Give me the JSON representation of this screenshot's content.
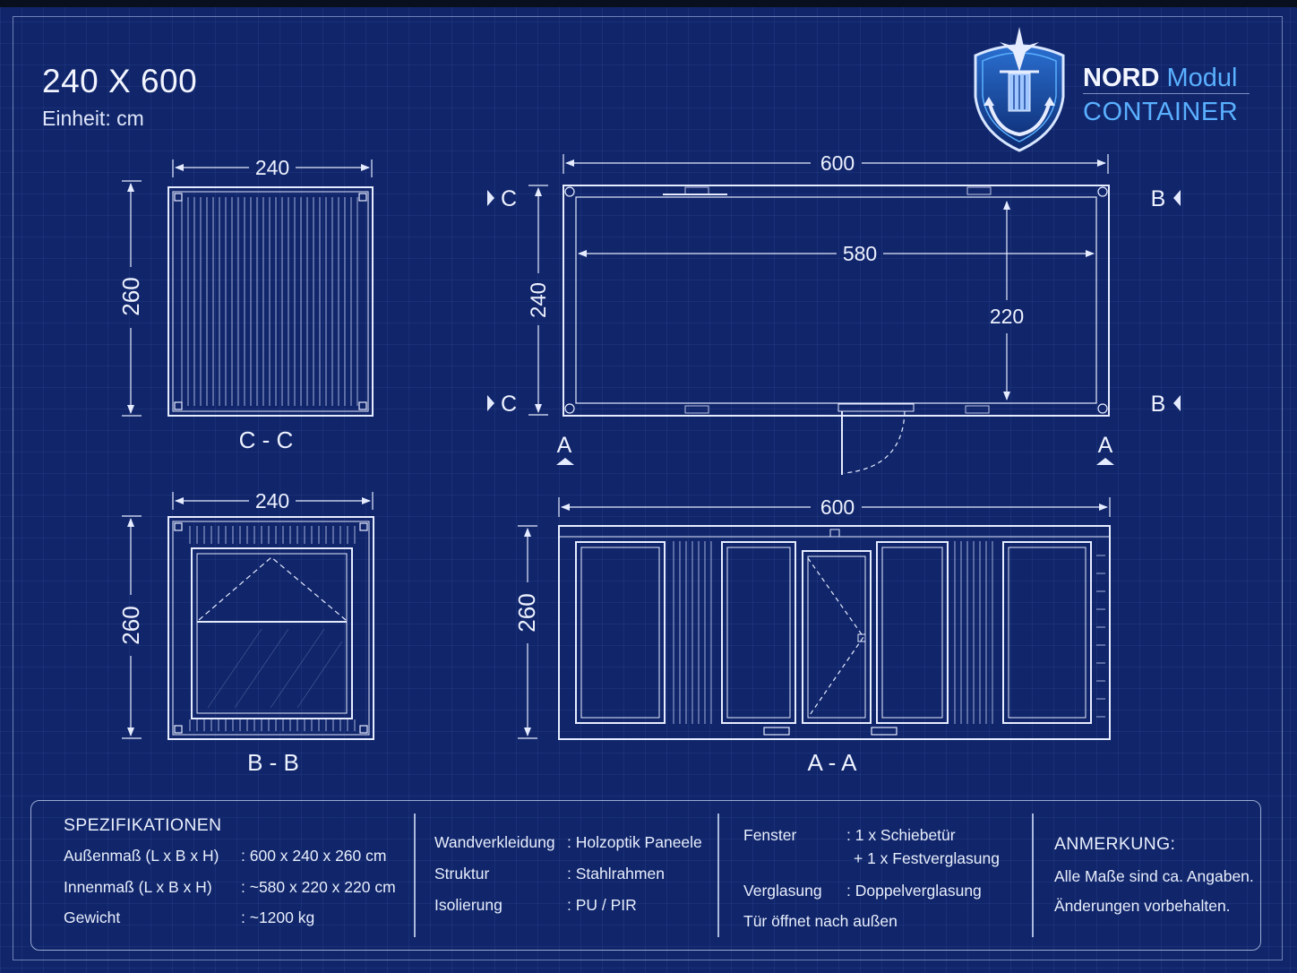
{
  "header": {
    "title": "240 X 600",
    "unit": "Einheit: cm"
  },
  "brand": {
    "word1": "NORD",
    "word2": "Modul",
    "word3": "CONTAINER",
    "logo_icon": "anchor-shield-logo-icon"
  },
  "views": {
    "cc": {
      "label": "C - C",
      "width": "240",
      "height": "260"
    },
    "bb": {
      "label": "B - B",
      "width": "240",
      "height": "260"
    },
    "plan": {
      "length": "600",
      "width": "240",
      "inner_length": "580",
      "inner_width": "220",
      "marker_c": "C",
      "marker_b": "B",
      "marker_a": "A"
    },
    "aa": {
      "label": "A - A",
      "length": "600",
      "height": "260"
    }
  },
  "specs": {
    "heading": "SPEZIFIKATIONEN",
    "rows": [
      {
        "label": "Außenmaß (L x B x H)",
        "value": ":  600 x 240 x 260 cm"
      },
      {
        "label": "Innenmaß (L x B x H)",
        "value": ": ~580 x 220 x 220 cm"
      },
      {
        "label": "Gewicht",
        "value": ": ~1200 kg"
      }
    ],
    "col2": [
      {
        "label": "Wandverkleidung",
        "value": ": Holzoptik Paneele"
      },
      {
        "label": "Struktur",
        "value": ": Stahlrahmen"
      },
      {
        "label": "Isolierung",
        "value": ": PU / PIR"
      }
    ],
    "col3": {
      "fenster_label": "Fenster",
      "fenster_value1": ": 1 x Schiebetür",
      "fenster_value2": "+ 1 x Festverglasung",
      "verglasung_label": "Verglasung",
      "verglasung_value": ": Doppelverglasung",
      "tuer": "Tür öffnet nach außen"
    },
    "note": {
      "heading": "ANMERKUNG:",
      "line1": "Alle Maße sind ca. Angaben.",
      "line2": "Änderungen vorbehalten."
    }
  },
  "colors": {
    "background": "#10256a",
    "line": "#e6ecff",
    "accent": "#5ab0ff"
  }
}
